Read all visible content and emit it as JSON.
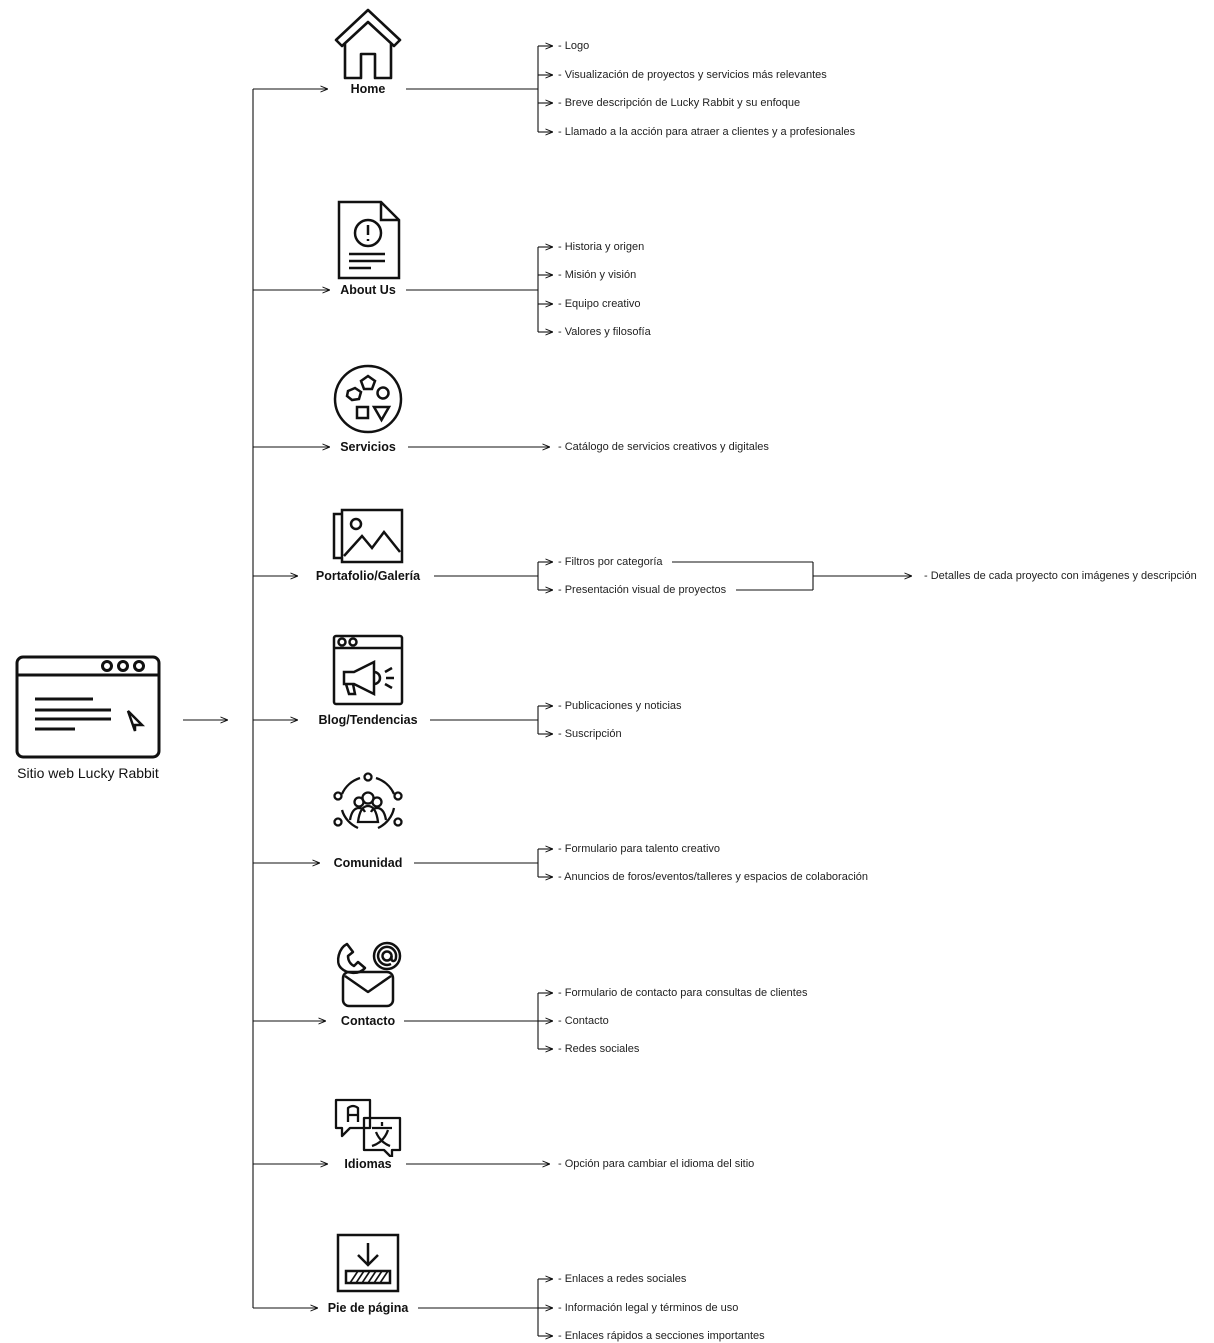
{
  "root": {
    "label": "Sitio web Lucky Rabbit",
    "icon": "browser-window-icon"
  },
  "sections": [
    {
      "id": "home",
      "label": "Home",
      "icon": "house-icon",
      "items": [
        "- Logo",
        "- Visualización de proyectos y servicios más relevantes",
        "- Breve descripción de Lucky Rabbit y su enfoque",
        "- Llamado a la acción para atraer a clientes y a profesionales"
      ]
    },
    {
      "id": "about",
      "label": "About Us",
      "icon": "document-info-icon",
      "items": [
        "- Historia y origen",
        "- Misión y visión",
        "- Equipo creativo",
        "- Valores y filosofía"
      ]
    },
    {
      "id": "servicios",
      "label": "Servicios",
      "icon": "shapes-circle-icon",
      "items": [
        "- Catálogo de servicios creativos y digitales"
      ]
    },
    {
      "id": "portafolio",
      "label": "Portafolio/Galería",
      "icon": "image-gallery-icon",
      "items": [
        "- Filtros por categoría",
        "- Presentación visual de proyectos"
      ],
      "subitem": "- Detalles de cada proyecto con imágenes y descripción"
    },
    {
      "id": "blog",
      "label": "Blog/Tendencias",
      "icon": "megaphone-window-icon",
      "items": [
        "- Publicaciones y noticias",
        "- Suscripción"
      ]
    },
    {
      "id": "comunidad",
      "label": "Comunidad",
      "icon": "community-people-icon",
      "items": [
        "- Formulario para talento creativo",
        "- Anuncios de foros/eventos/talleres y espacios de colaboración"
      ]
    },
    {
      "id": "contacto",
      "label": "Contacto",
      "icon": "contact-mail-icon",
      "items": [
        "- Formulario de contacto para consultas de clientes",
        "- Contacto",
        "- Redes sociales"
      ]
    },
    {
      "id": "idiomas",
      "label": "Idiomas",
      "icon": "translate-icon",
      "items": [
        "- Opción para cambiar el idioma del sitio"
      ]
    },
    {
      "id": "pie",
      "label": "Pie de página",
      "icon": "download-footer-icon",
      "items": [
        "- Enlaces a redes sociales",
        "- Información legal y términos de uso",
        "- Enlaces rápidos a secciones importantes"
      ]
    }
  ]
}
